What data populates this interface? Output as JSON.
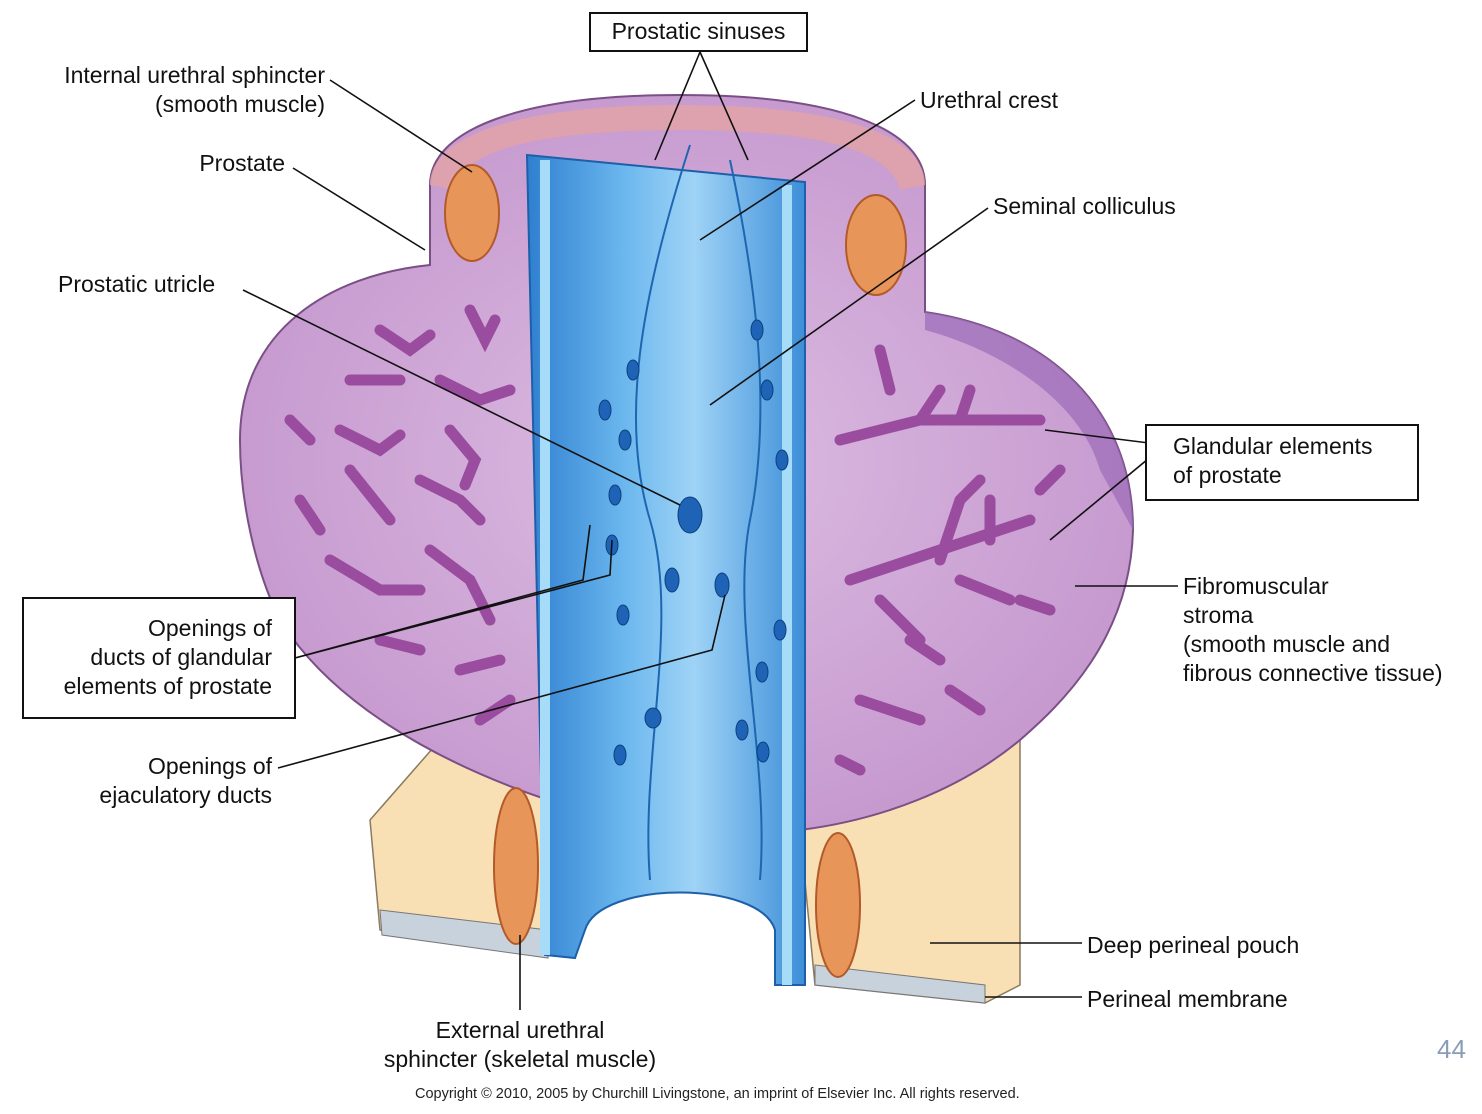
{
  "labels": {
    "prostatic_sinuses": "Prostatic sinuses",
    "internal_sphincter": [
      "Internal urethral sphincter",
      "(smooth muscle)"
    ],
    "prostate": "Prostate",
    "prostatic_utricle": "Prostatic utricle",
    "urethral_crest": "Urethral crest",
    "seminal_colliculus": "Seminal colliculus",
    "glandular_elements": [
      "Glandular elements",
      "of prostate"
    ],
    "fibromuscular_stroma": [
      "Fibromuscular",
      "stroma",
      "(smooth muscle and",
      "fibrous connective tissue)"
    ],
    "openings_ducts": [
      "Openings of",
      "ducts of glandular",
      "elements of prostate"
    ],
    "openings_ejaculatory": [
      "Openings of",
      "ejaculatory ducts"
    ],
    "deep_perineal_pouch": "Deep perineal pouch",
    "perineal_membrane": "Perineal membrane",
    "external_sphincter": [
      "External urethral",
      "sphincter (skeletal muscle)"
    ]
  },
  "copyright": "Copyright © 2010, 2005 by Churchill Livingstone, an imprint of Elsevier Inc. All rights reserved.",
  "page_number": "44",
  "colors": {
    "prostate_purple": "#c79ad0",
    "gland_purple": "#9a4c9e",
    "urethra_blue": "#4d9de0",
    "muscle_orange": "#e8955a",
    "pouch_beige": "#f8dfb4"
  }
}
